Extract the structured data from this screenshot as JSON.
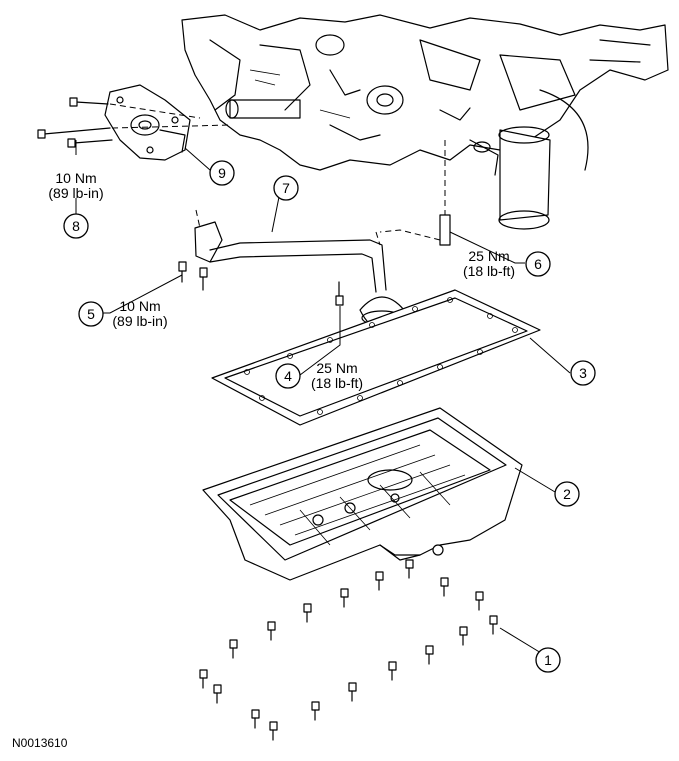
{
  "figure_id": "N0013610",
  "callouts": {
    "c1": "1",
    "c2": "2",
    "c3": "3",
    "c4": "4",
    "c5": "5",
    "c6": "6",
    "c7": "7",
    "c8": "8",
    "c9": "9"
  },
  "torque_specs": {
    "t4": {
      "metric": "25 Nm",
      "imperial": "(18 lb-ft)"
    },
    "t5": {
      "metric": "10 Nm",
      "imperial": "(89 lb-in)"
    },
    "t6": {
      "metric": "25 Nm",
      "imperial": "(18 lb-ft)"
    },
    "t8": {
      "metric": "10 Nm",
      "imperial": "(89 lb-in)"
    }
  }
}
